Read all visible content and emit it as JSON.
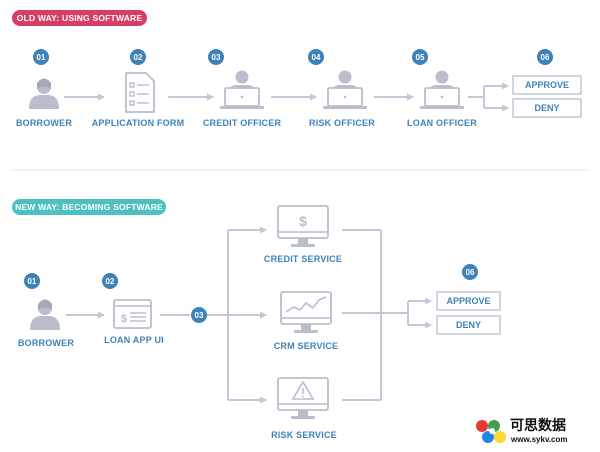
{
  "old_way": {
    "banner": "OLD WAY: USING SOFTWARE",
    "banner_color": "#d63e63",
    "steps": [
      {
        "num": "01",
        "label": "BORROWER"
      },
      {
        "num": "02",
        "label": "APPLICATION FORM"
      },
      {
        "num": "03",
        "label": "CREDIT OFFICER"
      },
      {
        "num": "04",
        "label": "RISK OFFICER"
      },
      {
        "num": "05",
        "label": "LOAN OFFICER"
      }
    ],
    "decision": {
      "num": "06",
      "approve": "APPROVE",
      "deny": "DENY"
    }
  },
  "new_way": {
    "banner": "NEW WAY: BECOMING SOFTWARE",
    "banner_color": "#4fc0c1",
    "steps": [
      {
        "num": "01",
        "label": "BORROWER"
      },
      {
        "num": "02",
        "label": "LOAN APP UI"
      }
    ],
    "hub": {
      "num": "03"
    },
    "services": [
      {
        "label": "CREDIT SERVICE",
        "icon": "dollar-monitor-icon"
      },
      {
        "label": "CRM SERVICE",
        "icon": "chart-monitor-icon"
      },
      {
        "label": "RISK SERVICE",
        "icon": "warning-monitor-icon"
      }
    ],
    "decision": {
      "num": "06",
      "approve": "APPROVE",
      "deny": "DENY"
    }
  },
  "watermark": {
    "text": "可思数据",
    "url": "www.sykv.com"
  },
  "colors": {
    "badge": "#3f82b8",
    "label": "#3f82b8",
    "line": "#c3c7d6",
    "icon": "#b9bdcc"
  }
}
